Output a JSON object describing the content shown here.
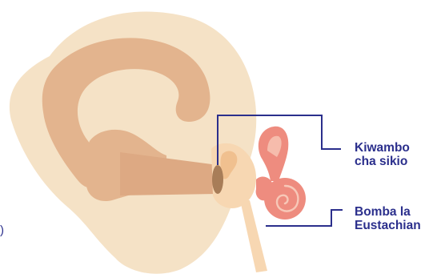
{
  "labels": {
    "eardrum": {
      "line1": "Kiwambo",
      "line2": "cha sikio"
    },
    "eustachian": {
      "line1": "Bomba la",
      "line2": "Eustachian"
    }
  },
  "colors": {
    "outer_ear": "#f5e2c6",
    "ear_fold": "#e3b48e",
    "ear_canal": "#dda983",
    "eardrum": "#a87d58",
    "middle_ear": "#f7d7b2",
    "inner_ear": "#ee8c7f",
    "leader_line": "#2b2f8c",
    "label_text": "#2b2f8c"
  },
  "left_edge_fragment": ")"
}
